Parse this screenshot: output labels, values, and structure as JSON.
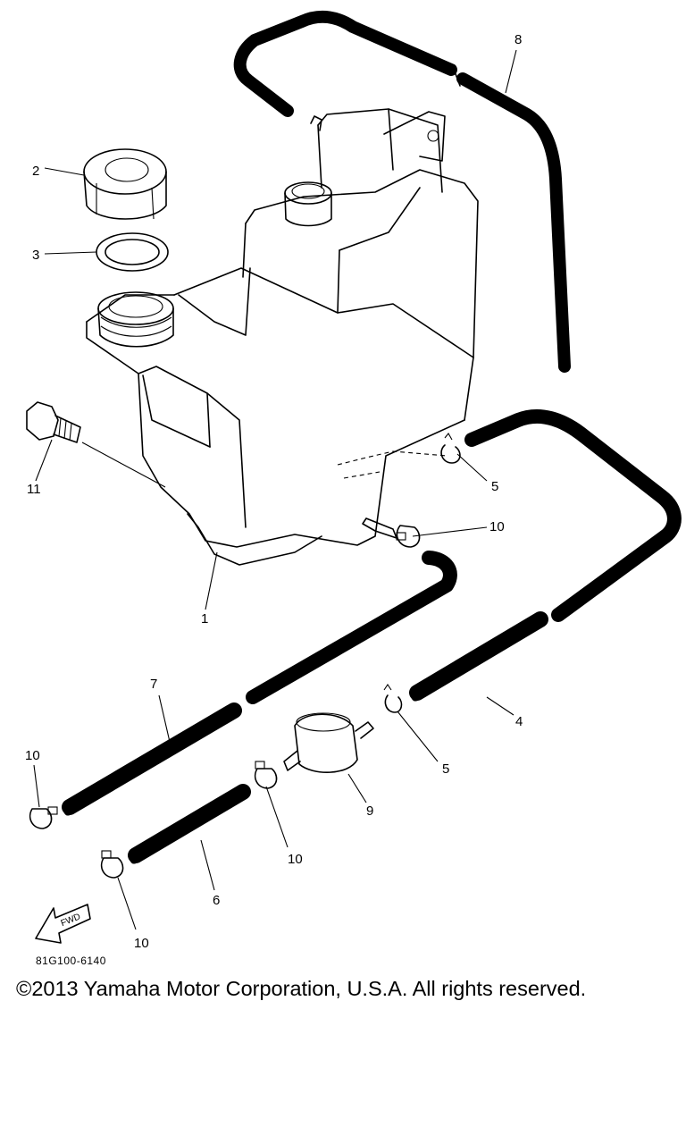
{
  "diagram": {
    "callouts": [
      {
        "id": "c1",
        "label": "1"
      },
      {
        "id": "c2",
        "label": "2"
      },
      {
        "id": "c3",
        "label": "3"
      },
      {
        "id": "c4",
        "label": "4"
      },
      {
        "id": "c5a",
        "label": "5"
      },
      {
        "id": "c5b",
        "label": "5"
      },
      {
        "id": "c6",
        "label": "6"
      },
      {
        "id": "c7",
        "label": "7"
      },
      {
        "id": "c8",
        "label": "8"
      },
      {
        "id": "c9",
        "label": "9"
      },
      {
        "id": "c10a",
        "label": "10"
      },
      {
        "id": "c10b",
        "label": "10"
      },
      {
        "id": "c10c",
        "label": "10"
      },
      {
        "id": "c10d",
        "label": "10"
      },
      {
        "id": "c11",
        "label": "11"
      }
    ],
    "fwd_label": "FWD",
    "ref_code": "81G100-6140"
  },
  "footer": {
    "copyright": "©2013 Yamaha Motor Corporation, U.S.A. All rights reserved."
  }
}
